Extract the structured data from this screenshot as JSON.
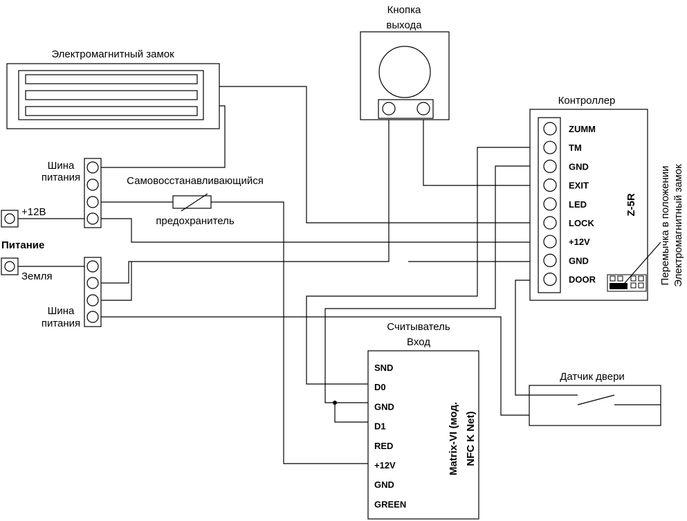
{
  "lock": {
    "title": "Электромагнитный замок"
  },
  "exit_button": {
    "title_line1": "Кнопка",
    "title_line2": "выхода"
  },
  "controller": {
    "title": "Контроллер",
    "model": "Z-5R",
    "pins": [
      "ZUMM",
      "TM",
      "GND",
      "EXIT",
      "LED",
      "LOCK",
      "+12V",
      "GND",
      "DOOR"
    ],
    "jumper_note_line1": "Перемычка в положении",
    "jumper_note_line2": "Электромагнитный замок"
  },
  "power": {
    "title": "Питание",
    "plus_label": "+12В",
    "ground_label": "Земля",
    "bus_label_line1": "Шина",
    "bus_label_line2": "питания"
  },
  "fuse": {
    "label_line1": "Самовосстанавливающийся",
    "label_line2": "предохранитель"
  },
  "reader": {
    "title_line1": "Считыватель",
    "title_line2": "Вход",
    "model_line1": "Matrix-VI (мод.",
    "model_line2": "NFC K Net)",
    "pins": [
      "SND",
      "D0",
      "GND",
      "D1",
      "RED",
      "+12V",
      "GND",
      "GREEN"
    ]
  },
  "door_sensor": {
    "title": "Датчик двери"
  }
}
